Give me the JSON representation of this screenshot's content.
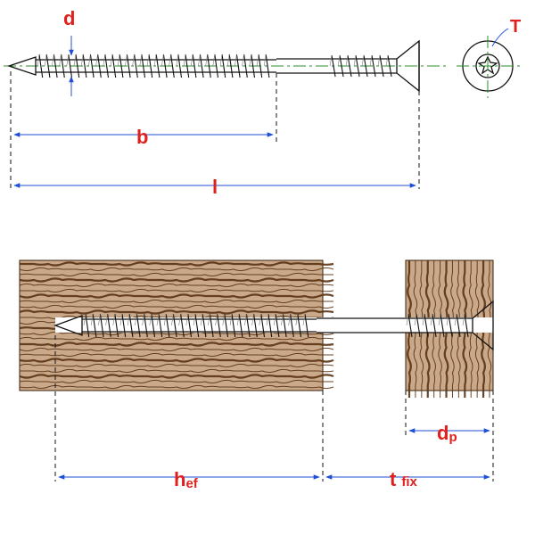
{
  "labels": {
    "d": "d",
    "T": "T",
    "b": "b",
    "l": "l",
    "h_main": "h",
    "h_sub": "ef",
    "t_main": "t",
    "t_sub": "fix",
    "dp_main": "d",
    "dp_sub": "p"
  },
  "colors": {
    "label": "#e0201c",
    "dimension": "#1f4fd6",
    "centerline": "#2a8f2a",
    "wood_base": "#c9a98a",
    "wood_grain": "#5a3212",
    "outline": "#111111"
  },
  "icons": {
    "screw_head_end": "torx-head-icon"
  }
}
